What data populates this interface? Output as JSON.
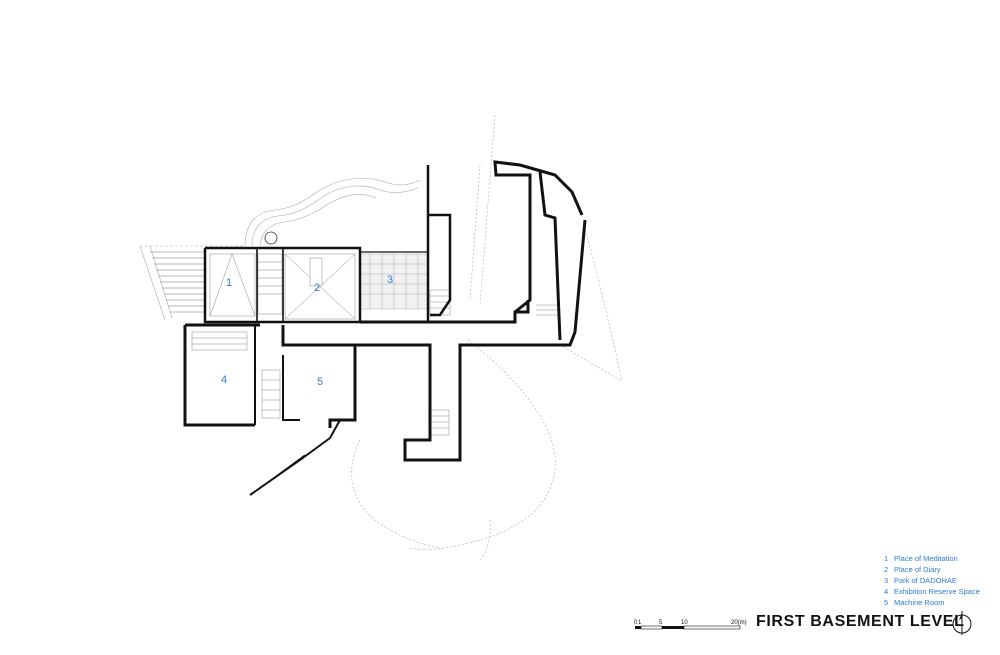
{
  "rooms": [
    {
      "num": "1"
    },
    {
      "num": "2"
    },
    {
      "num": "3"
    },
    {
      "num": "4"
    },
    {
      "num": "5"
    }
  ],
  "legend": [
    {
      "num": "1",
      "label": "Place of Meditation"
    },
    {
      "num": "2",
      "label": "Place of Diary"
    },
    {
      "num": "3",
      "label": "Park of DADOHAE"
    },
    {
      "num": "4",
      "label": "Exhibition Reserve Space"
    },
    {
      "num": "5",
      "label": "Machine Room"
    }
  ],
  "title": "FIRST BASEMENT LEVEL",
  "scale": {
    "ticks": [
      "0",
      "1",
      "5",
      "10",
      "20(m)"
    ]
  },
  "colors": {
    "label_blue": "#2a7bd6",
    "wall": "#111111",
    "thin_line": "#888888"
  },
  "icons": {
    "north_arrow": "north-arrow-icon"
  }
}
